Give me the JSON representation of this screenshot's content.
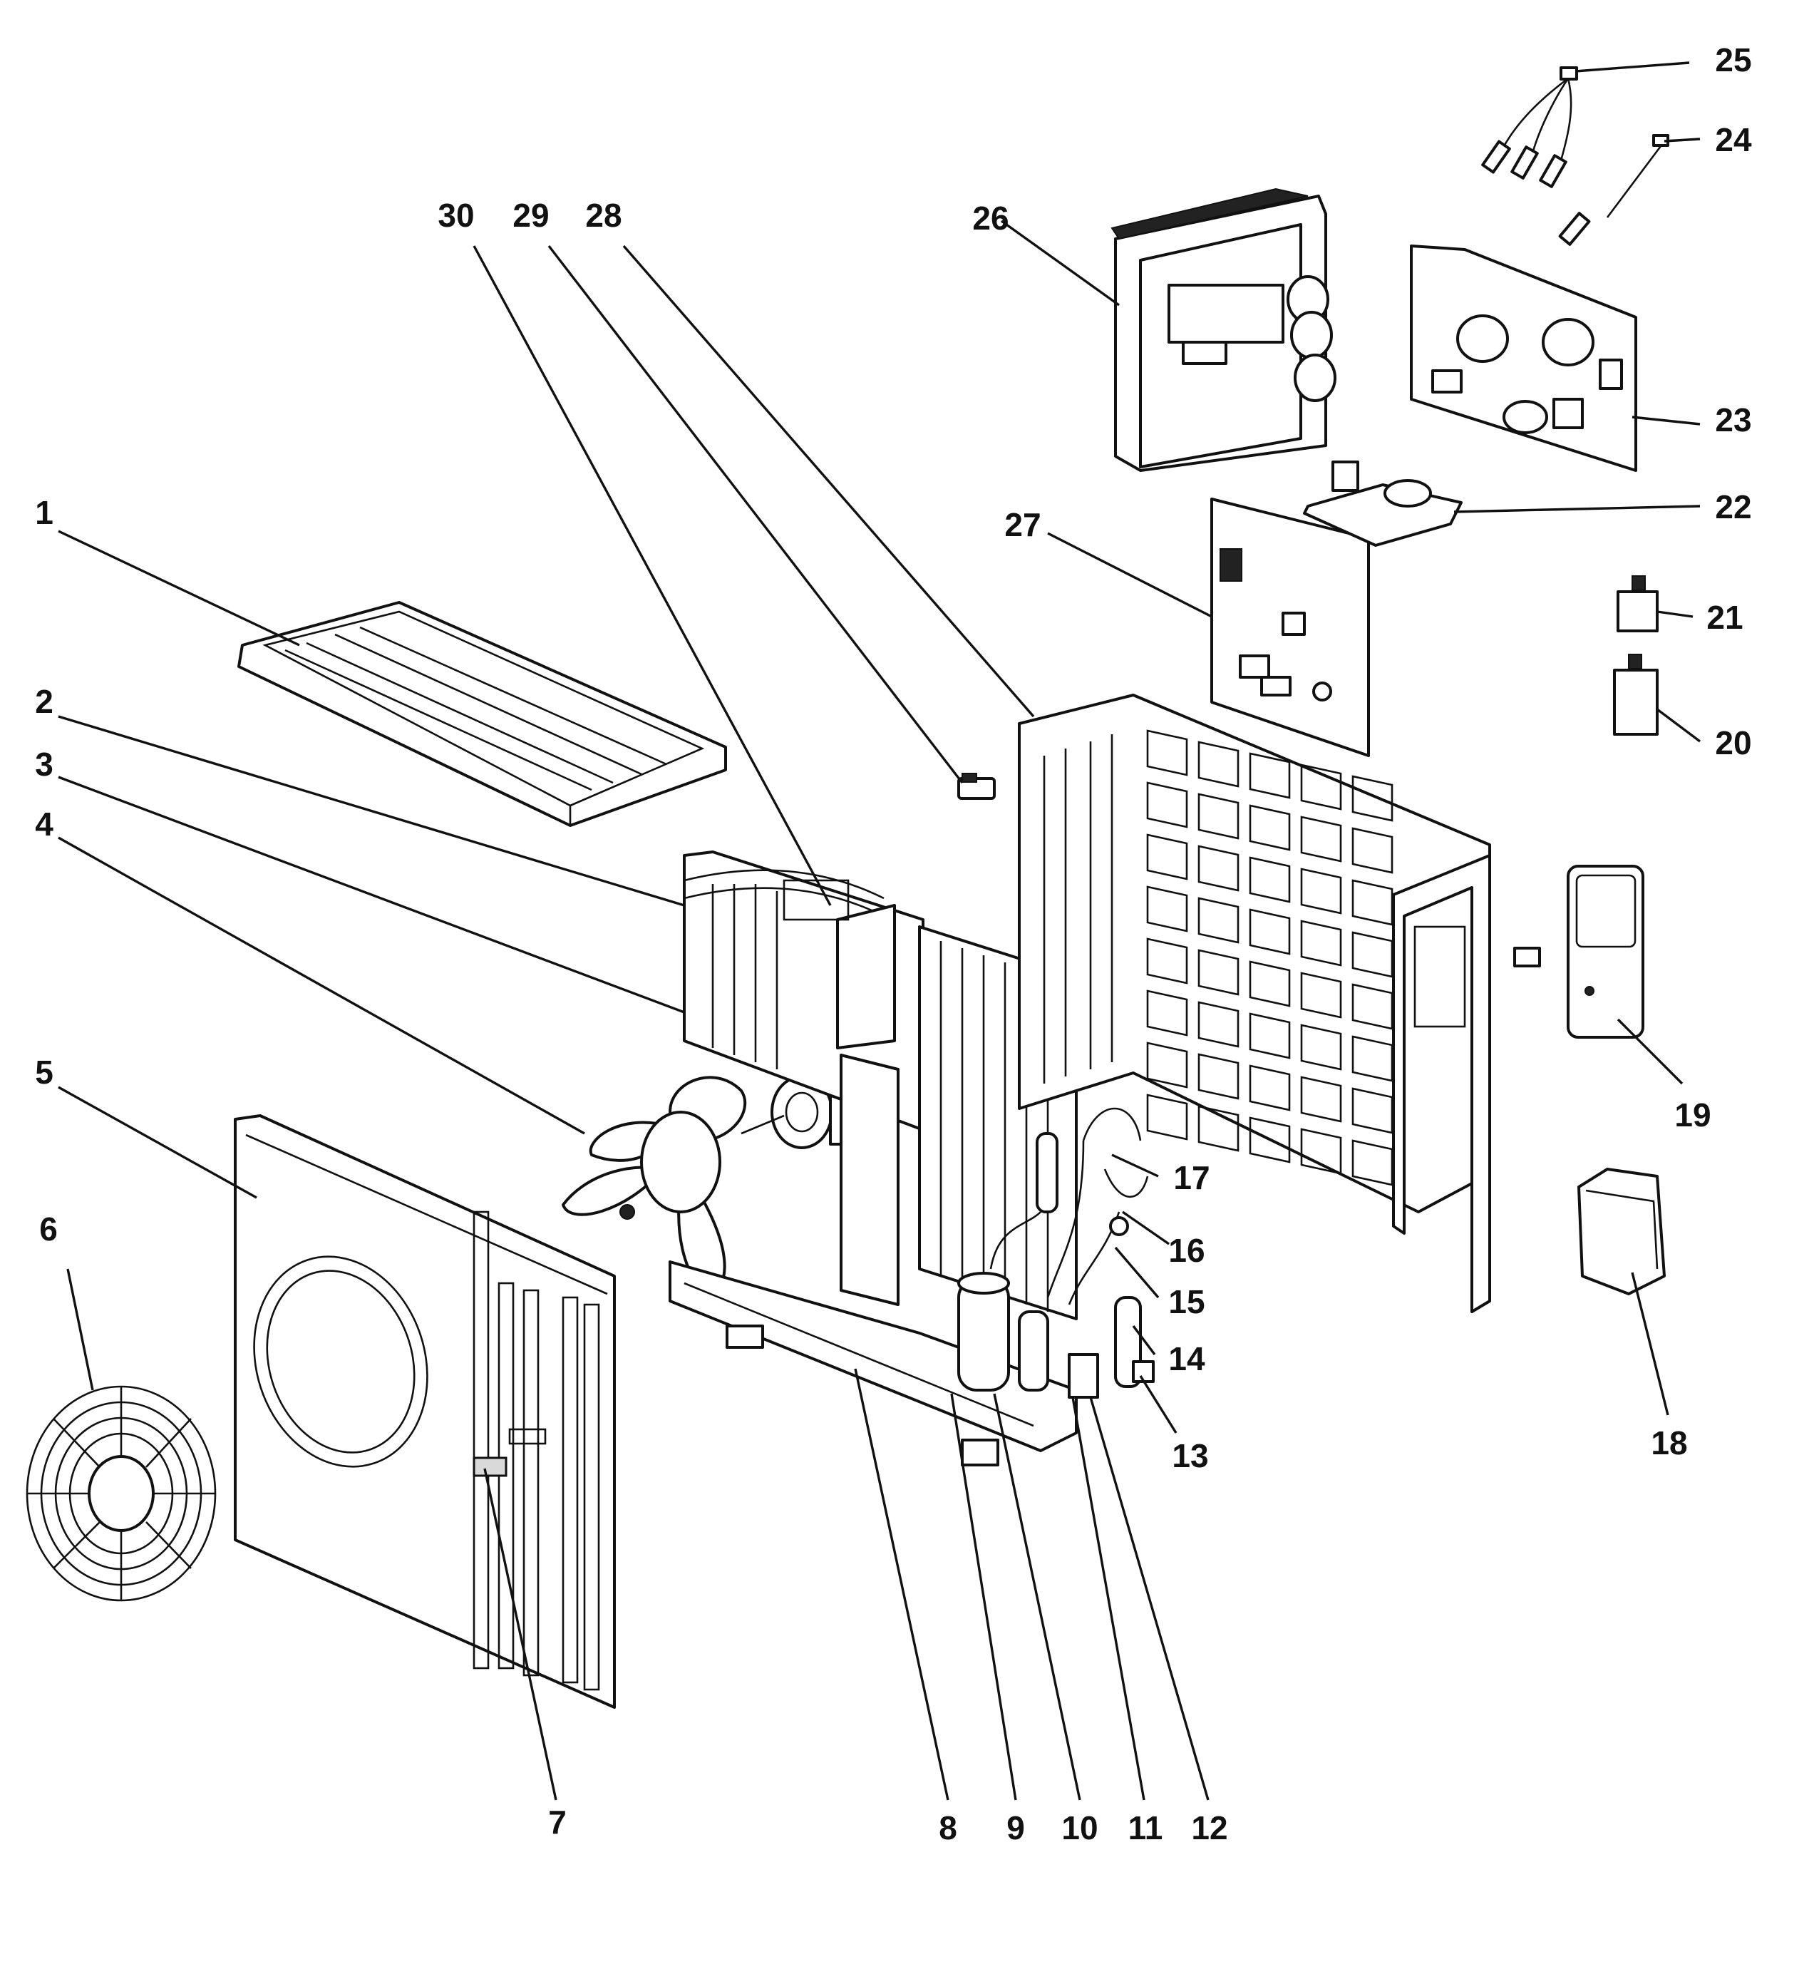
{
  "callouts": [
    {
      "n": "1"
    },
    {
      "n": "2"
    },
    {
      "n": "3"
    },
    {
      "n": "4"
    },
    {
      "n": "5"
    },
    {
      "n": "6"
    },
    {
      "n": "7"
    },
    {
      "n": "8"
    },
    {
      "n": "9"
    },
    {
      "n": "10"
    },
    {
      "n": "11"
    },
    {
      "n": "12"
    },
    {
      "n": "13"
    },
    {
      "n": "14"
    },
    {
      "n": "15"
    },
    {
      "n": "16"
    },
    {
      "n": "17"
    },
    {
      "n": "18"
    },
    {
      "n": "19"
    },
    {
      "n": "20"
    },
    {
      "n": "21"
    },
    {
      "n": "22"
    },
    {
      "n": "23"
    },
    {
      "n": "24"
    },
    {
      "n": "25"
    },
    {
      "n": "26"
    },
    {
      "n": "27"
    },
    {
      "n": "28"
    },
    {
      "n": "29"
    },
    {
      "n": "30"
    }
  ],
  "colors": {
    "ink": "#111111",
    "paper": "#ffffff"
  }
}
